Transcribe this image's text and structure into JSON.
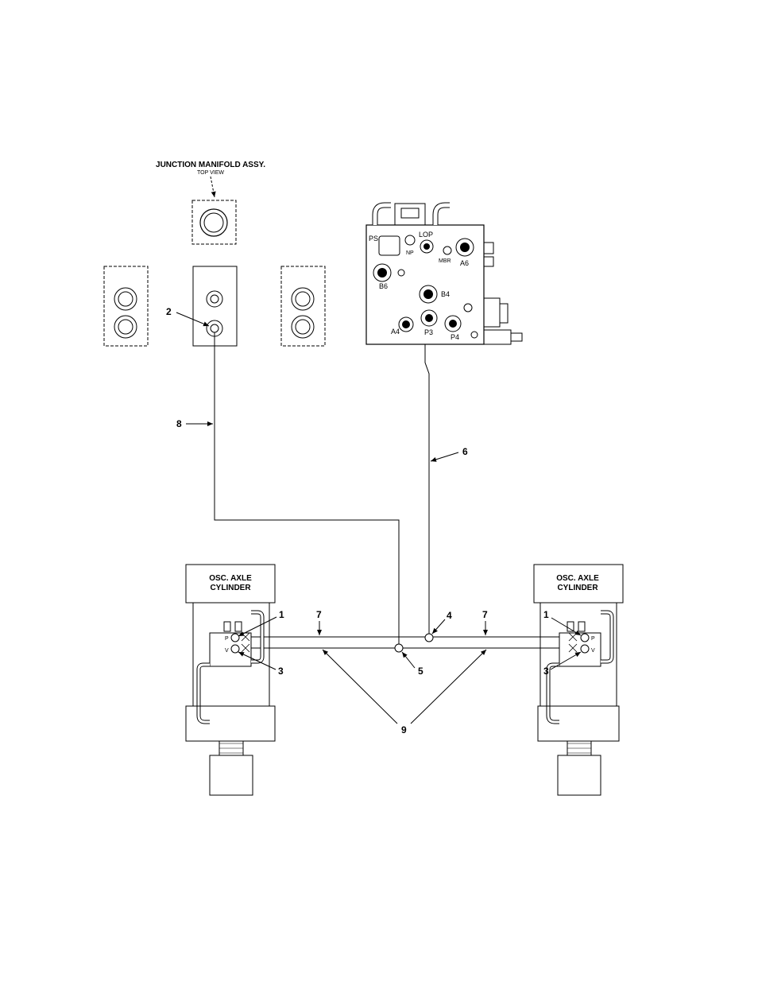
{
  "junction": {
    "title": "JUNCTION  MANIFOLD  ASSY.",
    "subtitle": "TOP VIEW"
  },
  "valve_ports": {
    "ps": "PS",
    "lop": "LOP",
    "np": "NP",
    "mbr": "MBR",
    "a6": "A6",
    "b6": "B6",
    "b4": "B4",
    "a4": "A4",
    "p3": "P3",
    "p4": "P4"
  },
  "cylinders": {
    "left": {
      "line1": "OSC.  AXLE",
      "line2": "CYLINDER",
      "port_p": "P",
      "port_v": "V"
    },
    "right": {
      "line1": "OSC.  AXLE",
      "line2": "CYLINDER",
      "port_p": "P",
      "port_v": "V"
    }
  },
  "callouts": {
    "c1_left": "1",
    "c1_right": "1",
    "c2": "2",
    "c3_left": "3",
    "c3_right": "3",
    "c4": "4",
    "c5": "5",
    "c6": "6",
    "c7_left": "7",
    "c7_right": "7",
    "c8": "8",
    "c9": "9"
  }
}
